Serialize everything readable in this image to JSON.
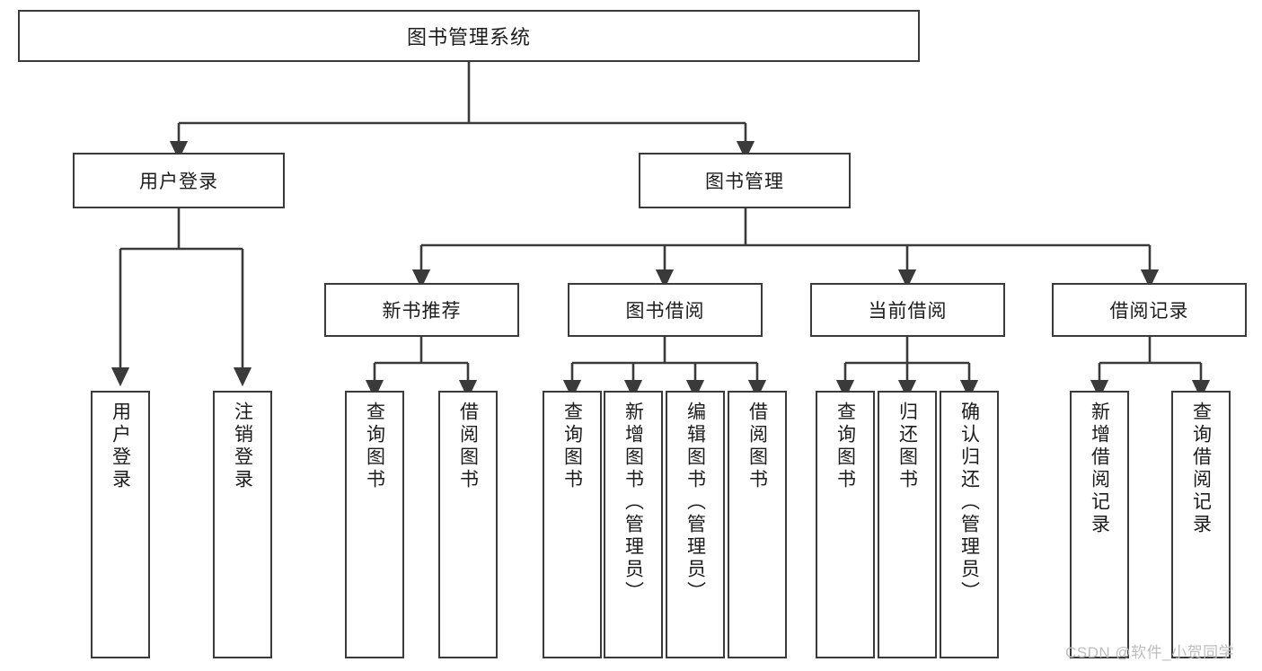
{
  "diagram": {
    "type": "tree-hierarchy",
    "orientation": "top-down",
    "root": {
      "id": "root",
      "label": "图书管理系统"
    },
    "level2": [
      {
        "id": "user-login",
        "label": "用户登录"
      },
      {
        "id": "book-manage",
        "label": "图书管理"
      }
    ],
    "level3": [
      {
        "id": "new-book-rec",
        "label": "新书推荐",
        "parent": "book-manage"
      },
      {
        "id": "book-borrow",
        "label": "图书借阅",
        "parent": "book-manage"
      },
      {
        "id": "current-borrow",
        "label": "当前借阅",
        "parent": "book-manage"
      },
      {
        "id": "borrow-record",
        "label": "借阅记录",
        "parent": "book-manage"
      }
    ],
    "leaves": [
      {
        "id": "leaf-user-login",
        "label": "用户登录",
        "parent": "user-login"
      },
      {
        "id": "leaf-logout-login",
        "label": "注销登录",
        "parent": "user-login"
      },
      {
        "id": "leaf-query-book-1",
        "label": "查询图书",
        "parent": "new-book-rec"
      },
      {
        "id": "leaf-borrow-book-1",
        "label": "借阅图书",
        "parent": "new-book-rec"
      },
      {
        "id": "leaf-query-book-2",
        "label": "查询图书",
        "parent": "book-borrow"
      },
      {
        "id": "leaf-add-book",
        "label": "新增图书（管理员）",
        "parent": "book-borrow"
      },
      {
        "id": "leaf-edit-book",
        "label": "编辑图书（管理员）",
        "parent": "book-borrow"
      },
      {
        "id": "leaf-borrow-book-2",
        "label": "借阅图书",
        "parent": "book-borrow"
      },
      {
        "id": "leaf-query-book-3",
        "label": "查询图书",
        "parent": "current-borrow"
      },
      {
        "id": "leaf-return-book",
        "label": "归还图书",
        "parent": "current-borrow"
      },
      {
        "id": "leaf-confirm-return",
        "label": "确认归还（管理员）",
        "parent": "current-borrow"
      },
      {
        "id": "leaf-add-record",
        "label": "新增借阅记录",
        "parent": "borrow-record"
      },
      {
        "id": "leaf-query-record",
        "label": "查询借阅记录",
        "parent": "borrow-record"
      }
    ],
    "colors": {
      "box_border": "#3a3a3a",
      "box_fill": "#ffffff",
      "connector": "#3a3a3a",
      "text": "#1c1c1c",
      "watermark": "#bdbdbd",
      "background": "#ffffff"
    }
  },
  "watermark": {
    "text": "CSDN @软件_小贺同学"
  }
}
